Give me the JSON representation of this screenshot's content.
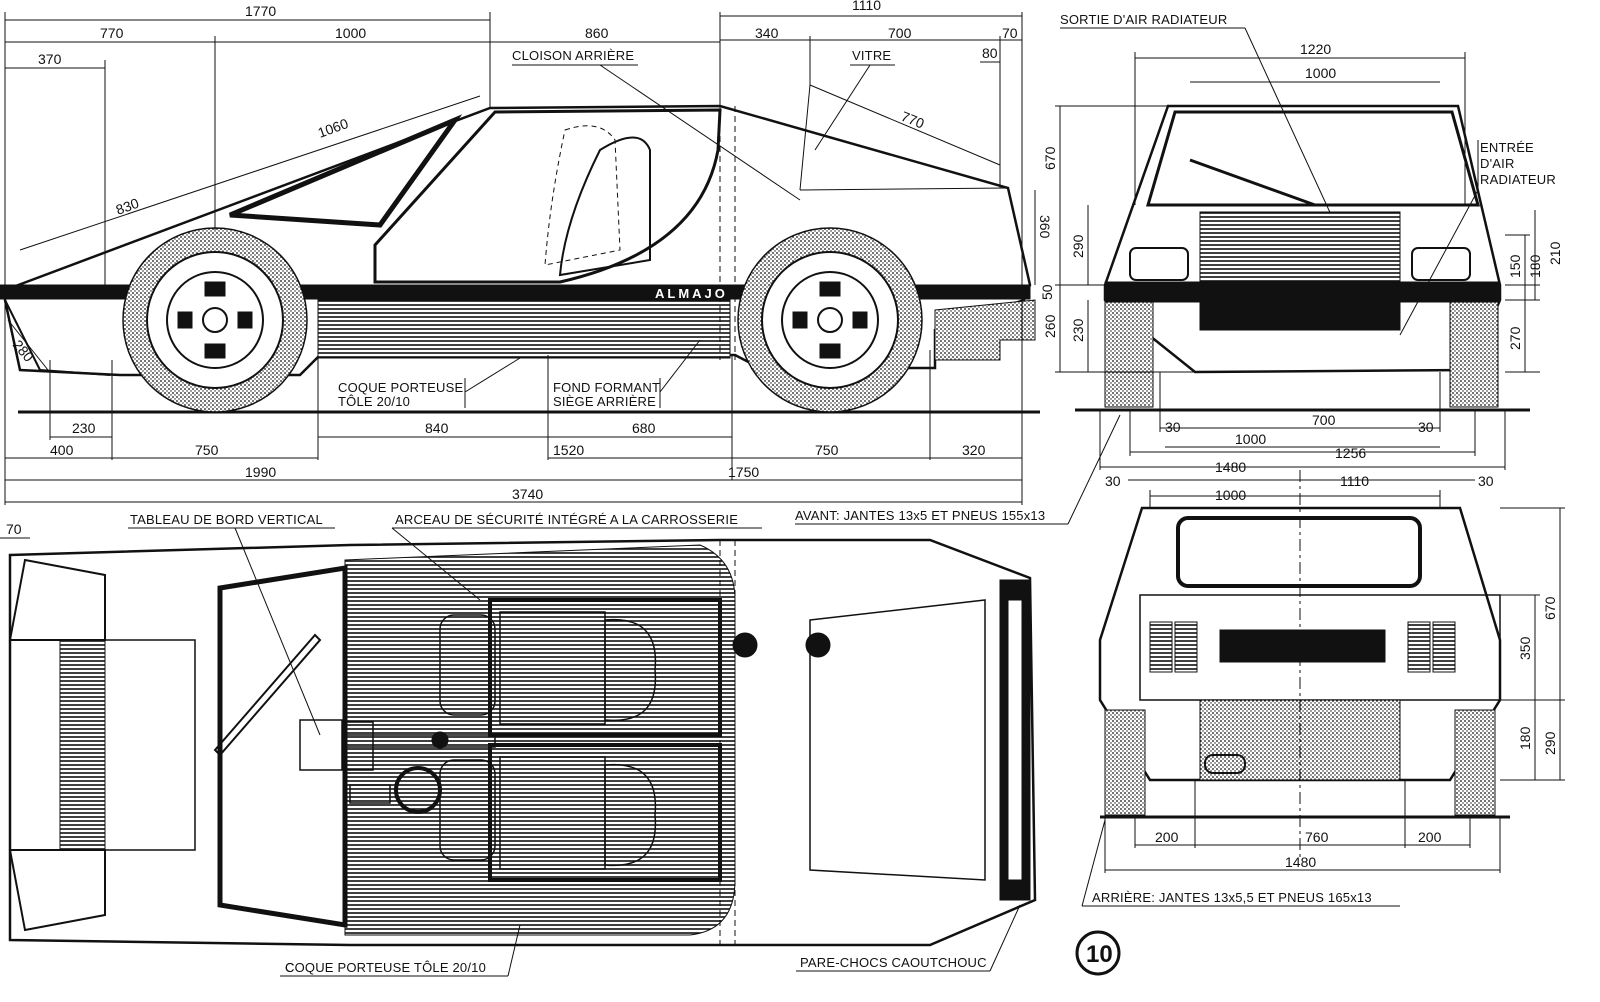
{
  "dimensions": {
    "side_top": [
      "1770",
      "770",
      "1000",
      "370",
      "860",
      "340",
      "1110",
      "700",
      "70",
      "80"
    ],
    "side_diag": [
      "1060",
      "830",
      "770",
      "280",
      "360"
    ],
    "side_bottom": [
      "230",
      "400",
      "750",
      "840",
      "680",
      "1520",
      "750",
      "320",
      "1990",
      "1750",
      "3740"
    ],
    "front": [
      "1220",
      "1000",
      "670",
      "290",
      "50",
      "230",
      "260",
      "150",
      "180",
      "210",
      "270",
      "30",
      "700",
      "30",
      "1000",
      "1256",
      "1480"
    ],
    "rear": [
      "30",
      "1000",
      "1110",
      "30",
      "670",
      "350",
      "180",
      "290",
      "200",
      "760",
      "200",
      "1480"
    ]
  },
  "labels": {
    "sortie_air": "SORTIE D'AIR RADIATEUR",
    "cloison": "CLOISON ARRIÈRE",
    "vitre": "VITRE",
    "entree_air": [
      "ENTRÉE",
      "D'AIR",
      "RADIATEUR"
    ],
    "coque_side": [
      "COQUE PORTEUSE",
      "TÔLE 20/10"
    ],
    "fond": [
      "FOND FORMANT",
      "SIÈGE ARRIÈRE"
    ],
    "tableau": "TABLEAU DE BORD VERTICAL",
    "arceau": "ARCEAU DE SÉCURITÉ INTÉGRÉ A LA CARROSSERIE",
    "avant": "AVANT: JANTES 13x5 ET PNEUS 155x13",
    "arriere": "ARRIÈRE: JANTES 13x5,5 ET PNEUS 165x13",
    "coque_top": "COQUE PORTEUSE TÔLE 20/10",
    "pare_chocs": "PARE-CHOCS CAOUTCHOUC",
    "brand": "ALMAJO",
    "plate_number": "10",
    "top_dim_70": "70"
  }
}
